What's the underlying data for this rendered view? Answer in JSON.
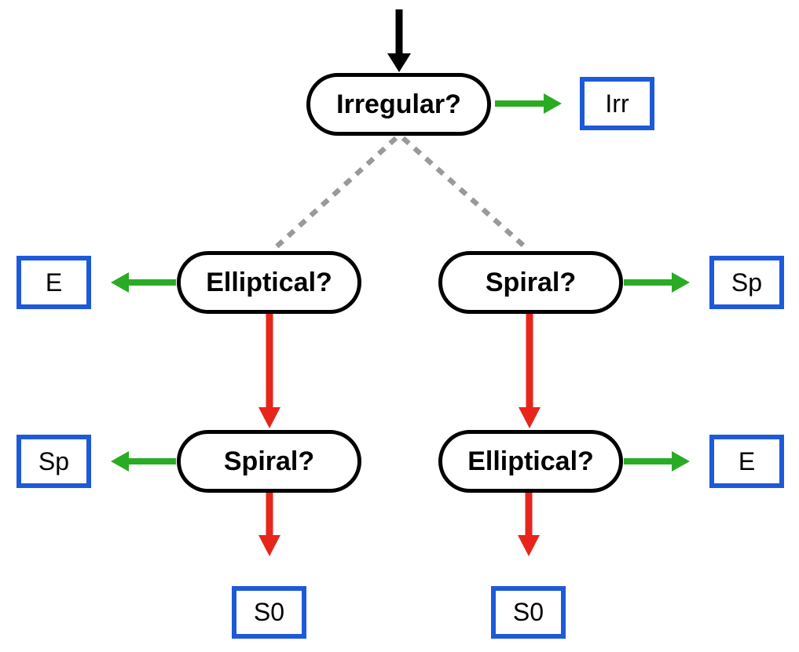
{
  "diagram": {
    "description": "Galaxy morphology classification decision tree",
    "nodes": [
      {
        "id": "irregular",
        "label": "Irregular?"
      },
      {
        "id": "elliptical-left",
        "label": "Elliptical?"
      },
      {
        "id": "spiral-right",
        "label": "Spiral?"
      },
      {
        "id": "spiral-left",
        "label": "Spiral?"
      },
      {
        "id": "elliptical-right",
        "label": "Elliptical?"
      }
    ],
    "results": [
      {
        "id": "irr",
        "label": "Irr"
      },
      {
        "id": "e-left",
        "label": "E"
      },
      {
        "id": "sp-right",
        "label": "Sp"
      },
      {
        "id": "sp-left",
        "label": "Sp"
      },
      {
        "id": "e-right",
        "label": "E"
      },
      {
        "id": "s0-left",
        "label": "S0"
      },
      {
        "id": "s0-right",
        "label": "S0"
      }
    ],
    "edges": [
      {
        "from": "start",
        "to": "irregular",
        "style": "black-solid-arrow"
      },
      {
        "from": "irregular",
        "to": "irr",
        "style": "green-yes-arrow"
      },
      {
        "from": "irregular",
        "to": "elliptical-left",
        "style": "gray-dashed-line"
      },
      {
        "from": "irregular",
        "to": "spiral-right",
        "style": "gray-dashed-line"
      },
      {
        "from": "elliptical-left",
        "to": "e-left",
        "style": "green-yes-arrow"
      },
      {
        "from": "elliptical-left",
        "to": "spiral-left",
        "style": "red-no-arrow"
      },
      {
        "from": "spiral-left",
        "to": "sp-left",
        "style": "green-yes-arrow"
      },
      {
        "from": "spiral-left",
        "to": "s0-left",
        "style": "red-no-arrow"
      },
      {
        "from": "spiral-right",
        "to": "sp-right",
        "style": "green-yes-arrow"
      },
      {
        "from": "spiral-right",
        "to": "elliptical-right",
        "style": "red-no-arrow"
      },
      {
        "from": "elliptical-right",
        "to": "e-right",
        "style": "green-yes-arrow"
      },
      {
        "from": "elliptical-right",
        "to": "s0-right",
        "style": "red-no-arrow"
      }
    ],
    "colors": {
      "entry_arrow_black": "#000000",
      "yes_arrow_green": "#2aab24",
      "no_arrow_red": "#e6261d",
      "branch_dash_gray": "#999999",
      "node_border_black": "#000000",
      "result_box_blue": "#1d5ad9"
    }
  }
}
